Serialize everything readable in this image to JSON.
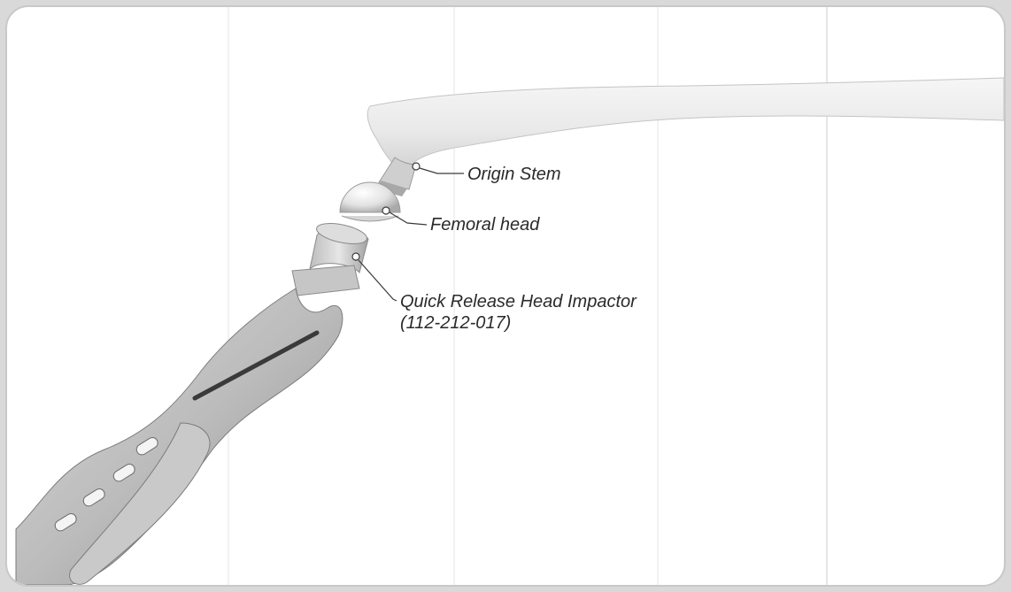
{
  "figure": {
    "labels": {
      "origin_stem": "Origin Stem",
      "femoral_head": "Femoral head",
      "impactor_name": "Quick Release Head Impactor",
      "impactor_part_number": "(112-212-017)"
    },
    "colors": {
      "background": "#ffffff",
      "bone": "#ececec",
      "metal": "#b8b8b8",
      "leader_line": "#3a3a3a",
      "text": "#2a2a2a"
    }
  }
}
